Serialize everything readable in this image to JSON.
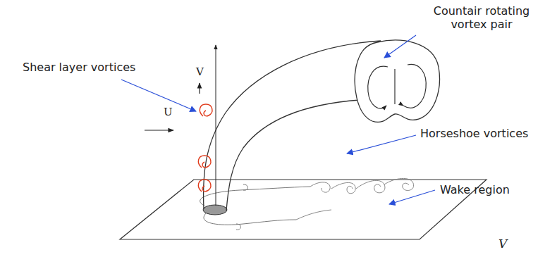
{
  "diagram": {
    "labels": [
      "Countair rotating vortex pair",
      "Shear layer vortices",
      "Horseshoe vortices",
      "Wake region",
      "V",
      "U",
      "V"
    ]
  }
}
